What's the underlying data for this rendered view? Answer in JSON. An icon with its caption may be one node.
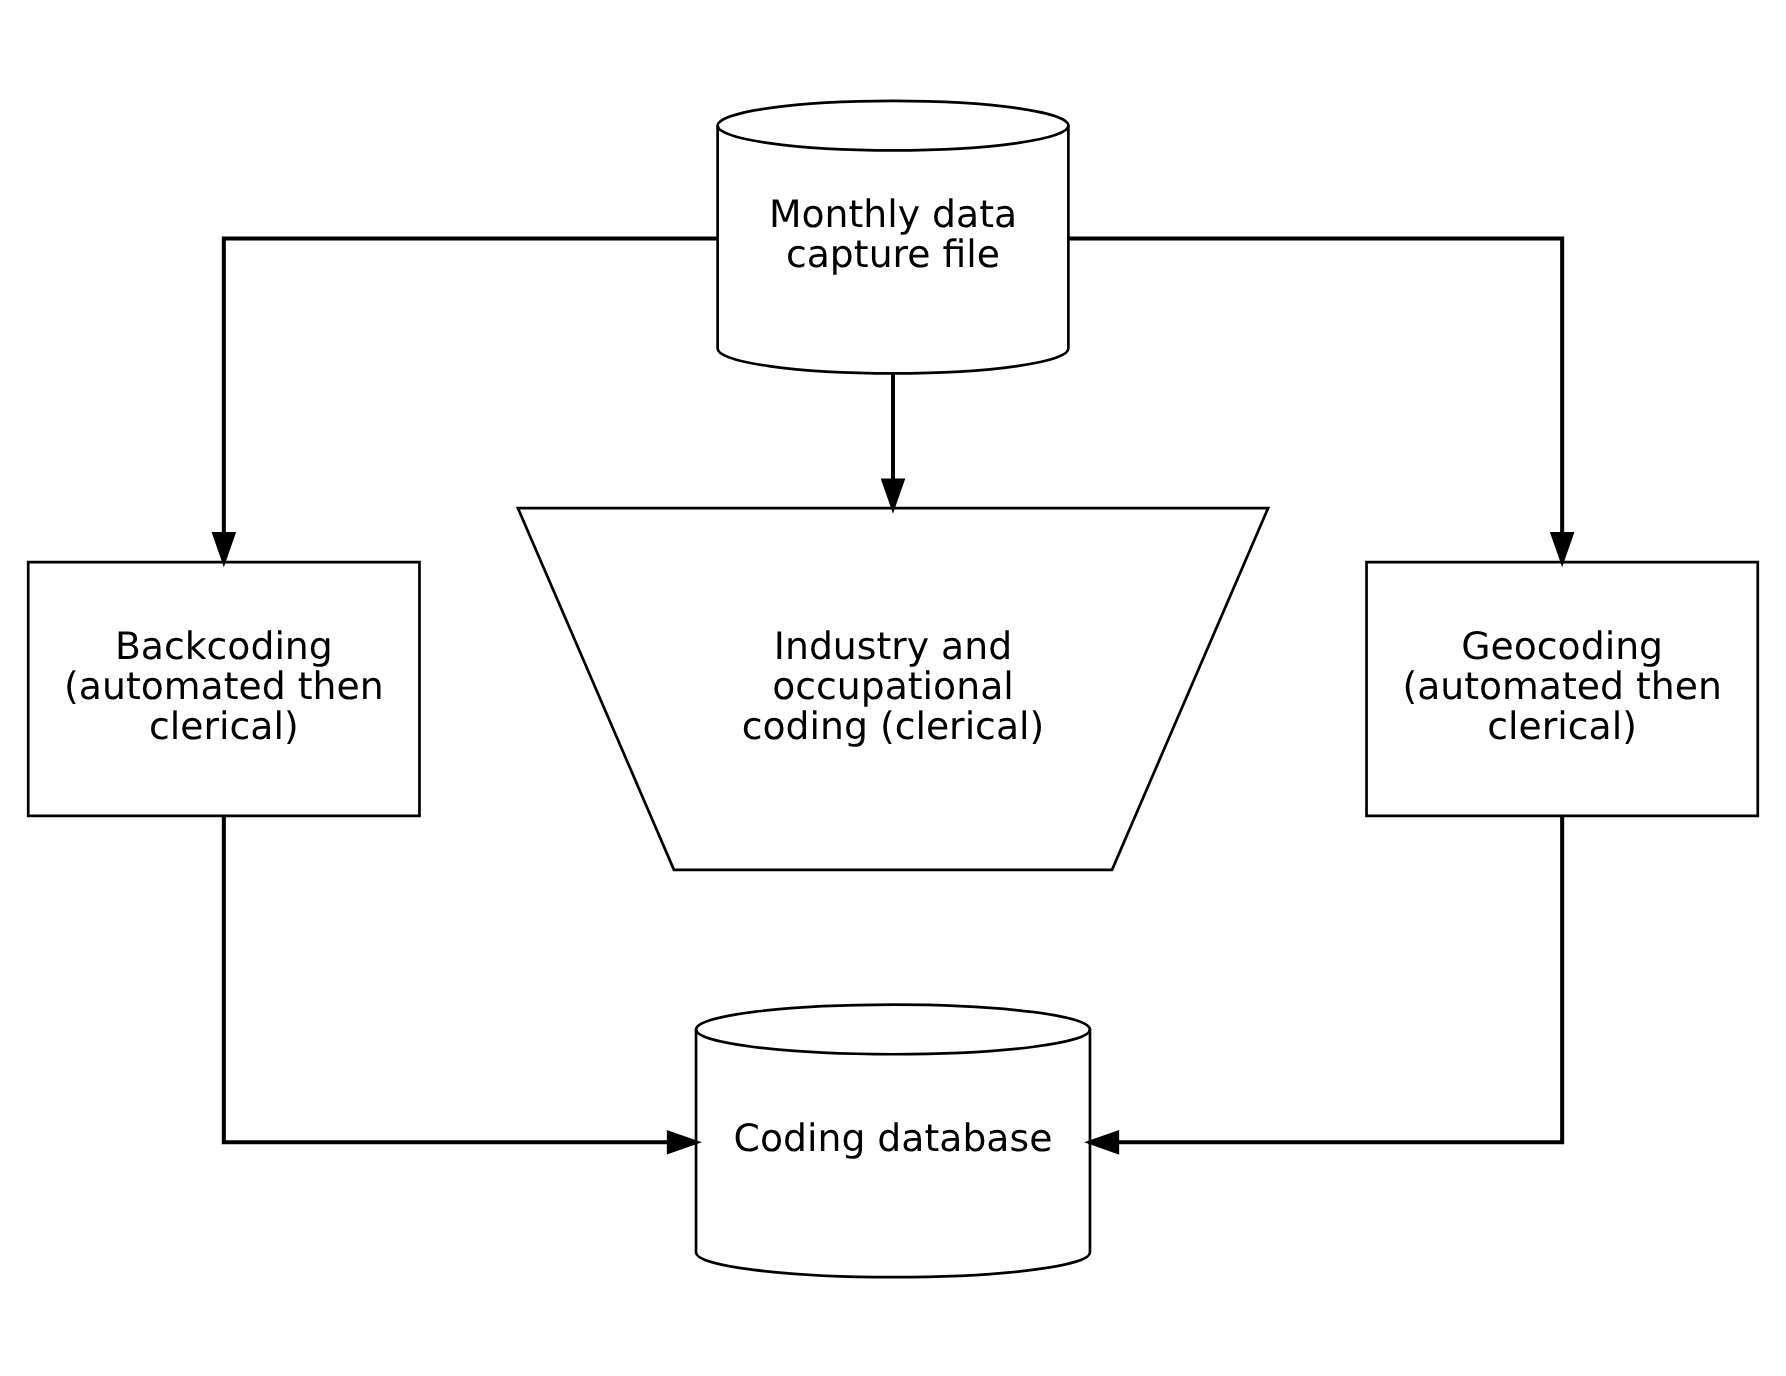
{
  "diagram": {
    "nodes": [
      {
        "text": [
          "Monthly data capture file"
        ]
      },
      {
        "text": [
          "Backcoding (automated then clerical)"
        ]
      },
      {
        "text": [
          "Industry and occupational coding (clerical)"
        ]
      },
      {
        "text": [
          "Geocoding (automated then clerical)"
        ]
      },
      {
        "text": [
          "Coding database"
        ]
      }
    ],
    "edges": [
      {
        "from": 0,
        "to": 1,
        "arrow": "to"
      },
      {
        "from": 0,
        "to": 2,
        "arrow": "to"
      },
      {
        "from": 0,
        "to": 3,
        "arrow": "to"
      },
      {
        "from": 1,
        "to": 4,
        "arrow": "to"
      },
      {
        "from": 3,
        "to": 4,
        "arrow": "to"
      }
    ]
  }
}
